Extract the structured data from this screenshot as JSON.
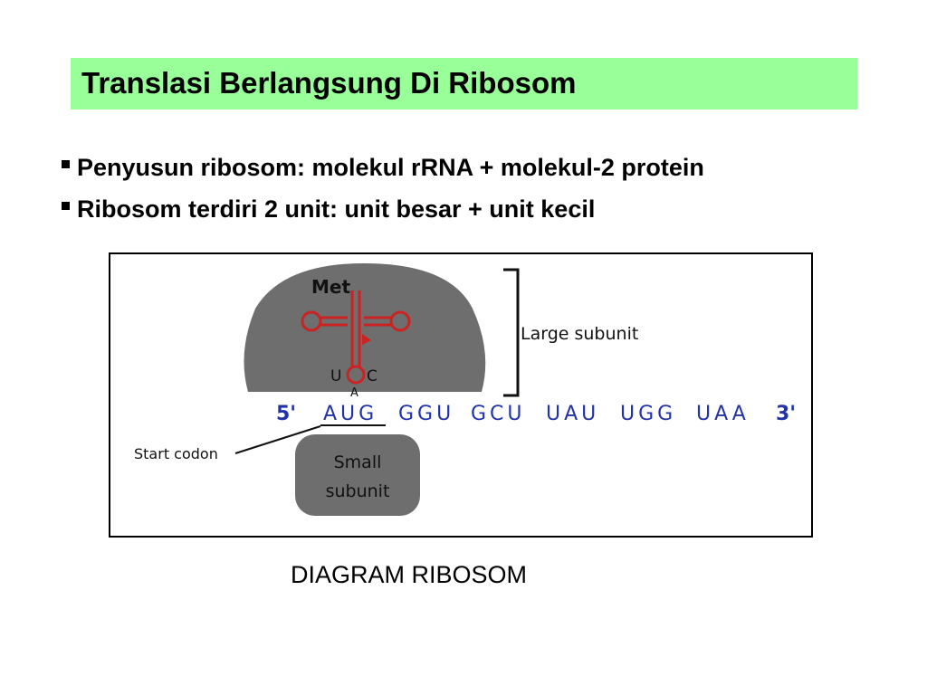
{
  "title": "Translasi Berlangsung Di Ribosom",
  "bullets": [
    "Penyusun ribosom: molekul rRNA + molekul-2 protein",
    "Ribosom terdiri 2 unit: unit besar + unit kecil"
  ],
  "diagram": {
    "met_label": "Met",
    "anticodon": [
      "U",
      "A",
      "C"
    ],
    "large_subunit_label": "Large subunit",
    "small_subunit_label": [
      "Small",
      "subunit"
    ],
    "start_codon_label": "Start codon",
    "five_prime": "5'",
    "three_prime": "3'",
    "codons": [
      "AUG",
      "GGU",
      "GCU",
      "UAU",
      "UGG",
      "UAA"
    ],
    "colors": {
      "title_bg": "#99ff99",
      "subunit_fill": "#6e6e6e",
      "trna_stroke": "#cc2222",
      "mrna_text": "#2233aa"
    }
  },
  "caption": "DIAGRAM RIBOSOM"
}
